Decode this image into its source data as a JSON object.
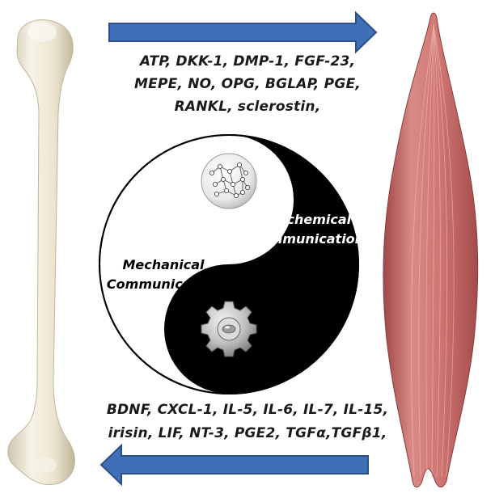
{
  "top_factors": {
    "line1": "ATP, DKK-1, DMP-1, FGF-23,",
    "line2": "MEPE, NO, OPG, BGLAP, PGE,",
    "line3": "RANKL, sclerostin,"
  },
  "bottom_factors": {
    "line1": "BDNF, CXCL-1, IL-5, IL-6, IL-7, IL-15,",
    "line2": "irisin, LIF, NT-3, PGE2, TGFα,TGFβ1,"
  },
  "yin_yang": {
    "biochemical_line1": "Biochemical",
    "biochemical_line2": "Communication",
    "mechanical_line1": "Mechanical",
    "mechanical_line2": "Communication"
  },
  "colors": {
    "arrow": "#3f6fb6",
    "arrow_edge": "#2b4f86",
    "bone": "#efe9d8",
    "muscle": "#c96a6a",
    "yin_dark": "#000000",
    "yin_light": "#ffffff"
  },
  "icons": [
    "bone-icon",
    "muscle-icon",
    "molecule-network-icon",
    "gear-icon"
  ]
}
